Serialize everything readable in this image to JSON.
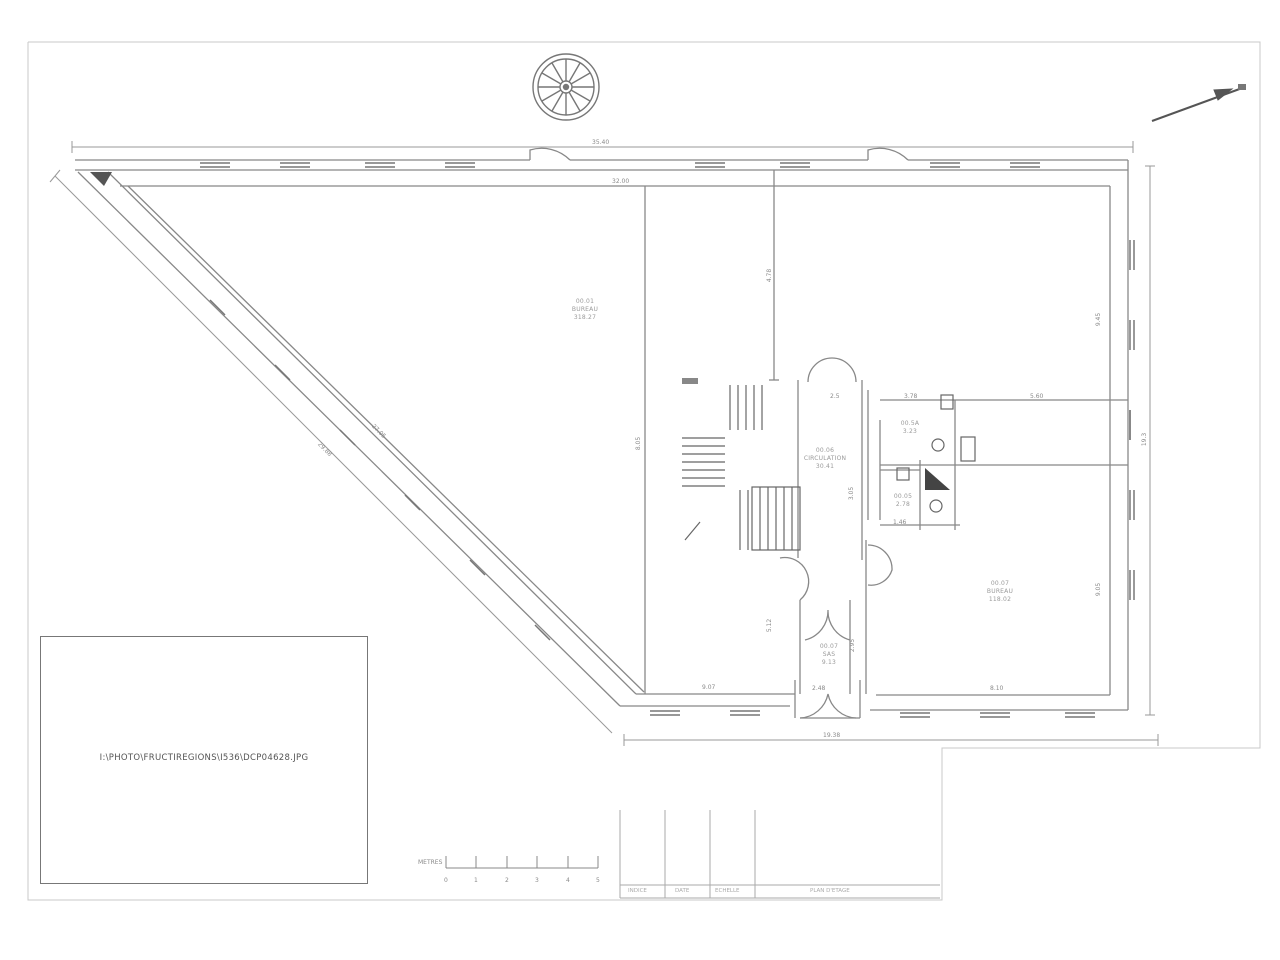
{
  "drawing": {
    "type": "floor-plan",
    "file_path_label": "I:\\PHOTO\\FRUCTIREGIONS\\I536\\DCP04628.JPG",
    "north_arrow": "north-arrow-icon",
    "stair_symbol": "spiral-staircase-icon"
  },
  "rooms": [
    {
      "id": "room-office-large",
      "code": "00.01",
      "name": "BUREAU",
      "area": "318.27"
    },
    {
      "id": "room-circulation",
      "code": "00.06",
      "name": "CIRCULATION",
      "area": "30.41"
    },
    {
      "id": "room-wc-a",
      "code": "00.5A",
      "name": "",
      "area": "3.23"
    },
    {
      "id": "room-wc-b",
      "code": "00.05",
      "name": "",
      "area": "2.78"
    },
    {
      "id": "room-office-right",
      "code": "00.07",
      "name": "BUREAU",
      "area": "118.02"
    },
    {
      "id": "room-sas",
      "code": "00.07",
      "name": "SAS",
      "area": "9.13"
    }
  ],
  "dimensions": {
    "top_overall": "35.40",
    "top_inner": "32.00",
    "diagonal_outer": "29.88",
    "diagonal_inner": "27.05",
    "right_overall": "19.3",
    "bottom_overall": "19.38",
    "bottom_left": "9.07",
    "bottom_door": "2.48",
    "bottom_right": "8.10",
    "corridor_height": "4.78",
    "right_upper": "9.45",
    "right_lower": "9.05",
    "wc_width": "3.78",
    "wc_right": "5.60",
    "small_a": "2.5",
    "small_b": "1.46",
    "sas_height": "2.95",
    "left_wall": "5.12",
    "circ_height": "3.05",
    "stair_h": "8.05"
  },
  "scale_bar": {
    "label": "METRES",
    "ticks": [
      "0",
      "1",
      "2",
      "3",
      "4",
      "5"
    ]
  },
  "title_block": {
    "cells": [
      "INDICE",
      "DATE",
      "ECHELLE",
      "PLAN D'ETAGE"
    ]
  }
}
